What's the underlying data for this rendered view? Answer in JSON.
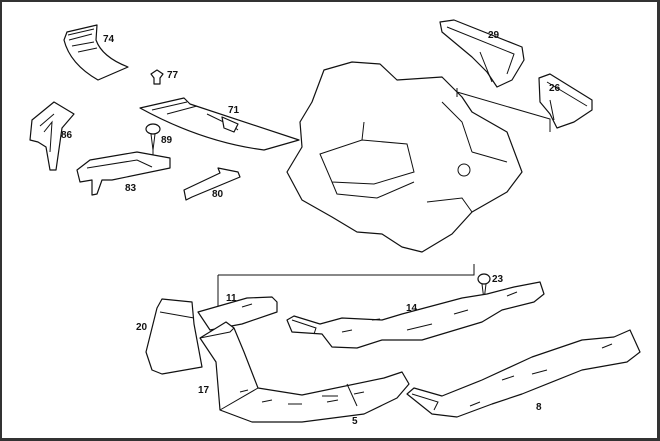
{
  "diagram": {
    "callouts": {
      "p74": "74",
      "p77": "77",
      "p71": "71",
      "p86": "86",
      "p89": "89",
      "p83": "83",
      "p80": "80",
      "p29": "29",
      "p26": "26",
      "p23": "23",
      "p14": "14",
      "p11": "11",
      "p20": "20",
      "p17": "17",
      "p5": "5",
      "p8": "8"
    }
  }
}
